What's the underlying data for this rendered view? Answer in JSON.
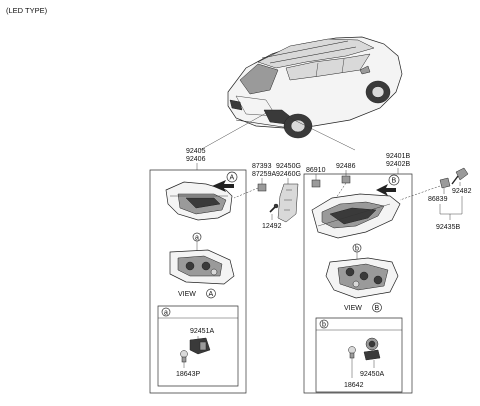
{
  "header": {
    "title": "(LED TYPE)"
  },
  "labels": {
    "p92405": "92405",
    "p92406": "92406",
    "p87393": "87393",
    "p87259A": "87259A",
    "p92450G": "92450G",
    "p92460G": "92460G",
    "p86910": "86910",
    "p92486": "92486",
    "p92401B": "92401B",
    "p92402B": "92402B",
    "p92482": "92482",
    "p86839": "86839",
    "p92435B": "92435B",
    "p12492": "12492",
    "p92451A": "92451A",
    "p18643P": "18643P",
    "p92450A": "92450A",
    "p18642": "18642"
  },
  "views": {
    "view_word_a": "VIEW",
    "view_letter_a": "A",
    "view_word_b": "VIEW",
    "view_letter_b": "B"
  },
  "callouts": {
    "a_small": "a",
    "b_small": "b",
    "a_inset": "a",
    "b_inset": "b",
    "A_arrow": "A",
    "B_arrow": "B"
  }
}
